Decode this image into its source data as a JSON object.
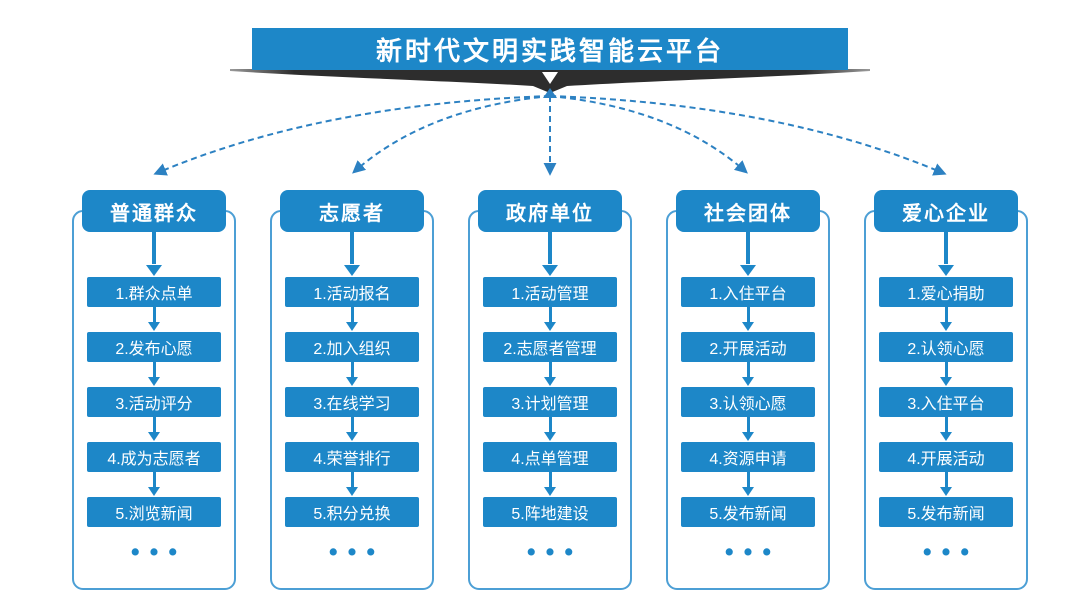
{
  "title": "新时代文明实践智能云平台",
  "columns": [
    {
      "header": "普通群众",
      "steps": [
        "1.群众点单",
        "2.发布心愿",
        "3.活动评分",
        "4.成为志愿者",
        "5.浏览新闻"
      ],
      "more": "•••"
    },
    {
      "header": "志愿者",
      "steps": [
        "1.活动报名",
        "2.加入组织",
        "3.在线学习",
        "4.荣誉排行",
        "5.积分兑换"
      ],
      "more": "•••"
    },
    {
      "header": "政府单位",
      "steps": [
        "1.活动管理",
        "2.志愿者管理",
        "3.计划管理",
        "4.点单管理",
        "5.阵地建设"
      ],
      "more": "•••"
    },
    {
      "header": "社会团体",
      "steps": [
        "1.入住平台",
        "2.开展活动",
        "3.认领心愿",
        "4.资源申请",
        "5.发布新闻"
      ],
      "more": "•••"
    },
    {
      "header": "爱心企业",
      "steps": [
        "1.爱心捐助",
        "2.认领心愿",
        "3.入住平台",
        "4.开展活动",
        "5.发布新闻"
      ],
      "more": "•••"
    }
  ],
  "colors": {
    "primary_blue": "#1d87c8",
    "dash_blue": "#2c81c2",
    "outline_blue": "#4c9fd5",
    "ribbon_dark": "#2d2d2d",
    "text_on_blue": "#ffffff",
    "background": "#ffffff"
  }
}
